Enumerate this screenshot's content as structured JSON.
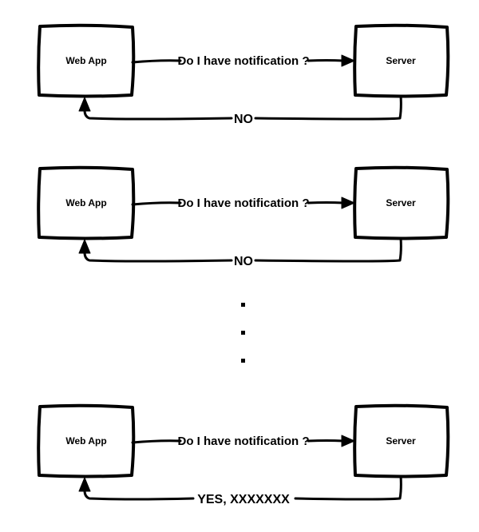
{
  "diagram": {
    "exchanges": [
      {
        "client_label": "Web App",
        "server_label": "Server",
        "request_label": "Do I have notification ?",
        "response_label": "NO"
      },
      {
        "client_label": "Web App",
        "server_label": "Server",
        "request_label": "Do I have notification ?",
        "response_label": "NO"
      },
      {
        "client_label": "Web App",
        "server_label": "Server",
        "request_label": "Do I have notification ?",
        "response_label": "YES, XXXXXXX"
      }
    ],
    "ellipsis_dots": 3,
    "colors": {
      "stroke": "#000000",
      "background": "#ffffff"
    }
  }
}
